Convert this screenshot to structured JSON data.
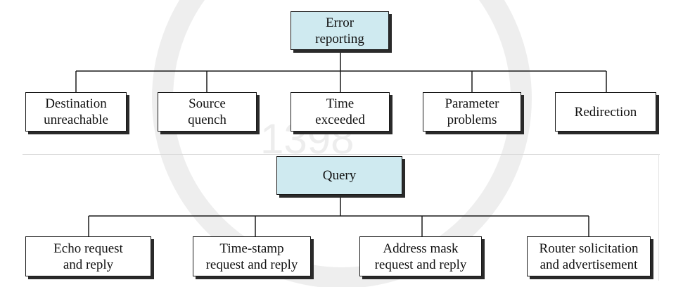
{
  "accent_color": "#cfeaf0",
  "watermark": {
    "text": "1398"
  },
  "error_reporting": {
    "root_label": "Error\nreporting",
    "children": [
      "Destination\nunreachable",
      "Source\nquench",
      "Time\nexceeded",
      "Parameter\nproblems",
      "Redirection"
    ]
  },
  "query": {
    "root_label": "Query",
    "children": [
      "Echo request\nand reply",
      "Time-stamp\nrequest and reply",
      "Address mask\nrequest and reply",
      "Router solicitation\nand advertisement"
    ]
  }
}
